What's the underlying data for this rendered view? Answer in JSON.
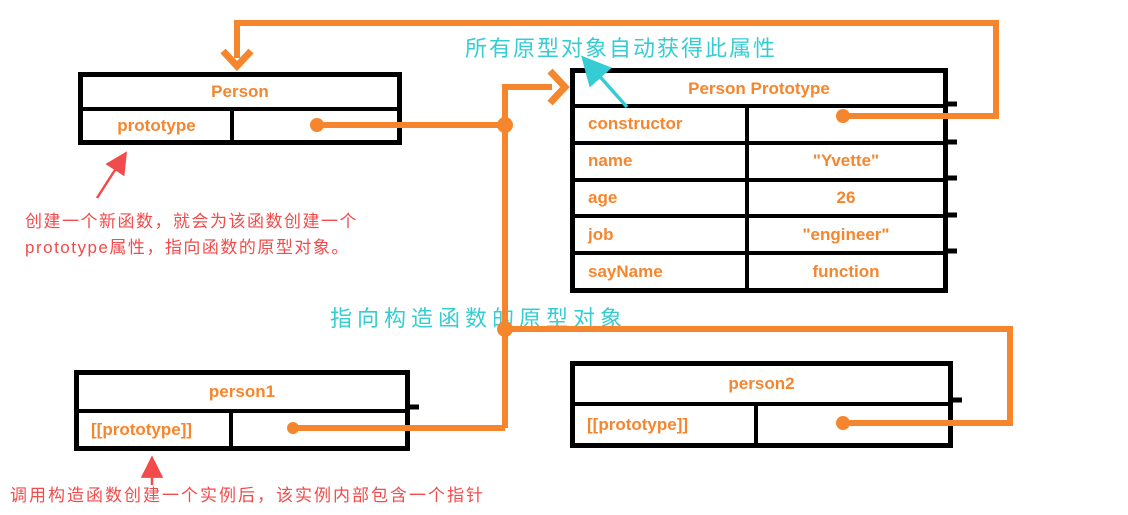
{
  "colors": {
    "orange": "#F6862E",
    "cyan": "#35CDD3",
    "red": "#F14B4B",
    "line_black": "#000000"
  },
  "boxes": {
    "person": {
      "title": "Person",
      "rows": [
        {
          "key": "prototype",
          "value": ""
        }
      ]
    },
    "person_prototype": {
      "title": "Person Prototype",
      "rows": [
        {
          "key": "constructor",
          "value": ""
        },
        {
          "key": "name",
          "value": "\"Yvette\""
        },
        {
          "key": "age",
          "value": "26"
        },
        {
          "key": "job",
          "value": "\"engineer\""
        },
        {
          "key": "sayName",
          "value": "function"
        }
      ]
    },
    "person1": {
      "title": "person1",
      "rows": [
        {
          "key": "[[prototype]]",
          "value": ""
        }
      ]
    },
    "person2": {
      "title": "person2",
      "rows": [
        {
          "key": "[[prototype]]",
          "value": ""
        }
      ]
    }
  },
  "annotations": {
    "prototype_auto_note": "所有原型对象自动获得此属性",
    "points_to_prototype_note": "指向构造函数的原型对象",
    "function_note_line1": "创建一个新函数，就会为该函数创建一个",
    "function_note_line2": "prototype属性，指向函数的原型对象。",
    "instance_note": "调用构造函数创建一个实例后，该实例内部包含一个指针"
  }
}
